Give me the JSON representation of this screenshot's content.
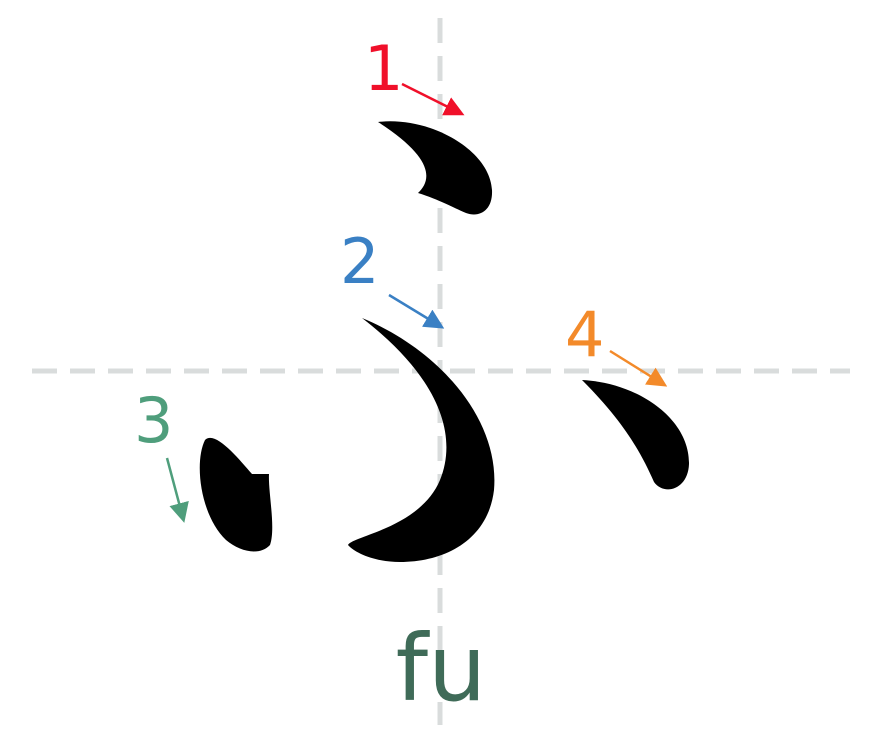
{
  "character": {
    "kana": "ふ",
    "romaji": "fu"
  },
  "strokes": [
    {
      "order": "1",
      "color": "#f0102a"
    },
    {
      "order": "2",
      "color": "#3a80c4"
    },
    {
      "order": "3",
      "color": "#4f9e7c"
    },
    {
      "order": "4",
      "color": "#f38a2a"
    }
  ],
  "colors": {
    "guide": "#d9dcdc",
    "glyph": "#000000",
    "romaji": "#3f6b58"
  }
}
